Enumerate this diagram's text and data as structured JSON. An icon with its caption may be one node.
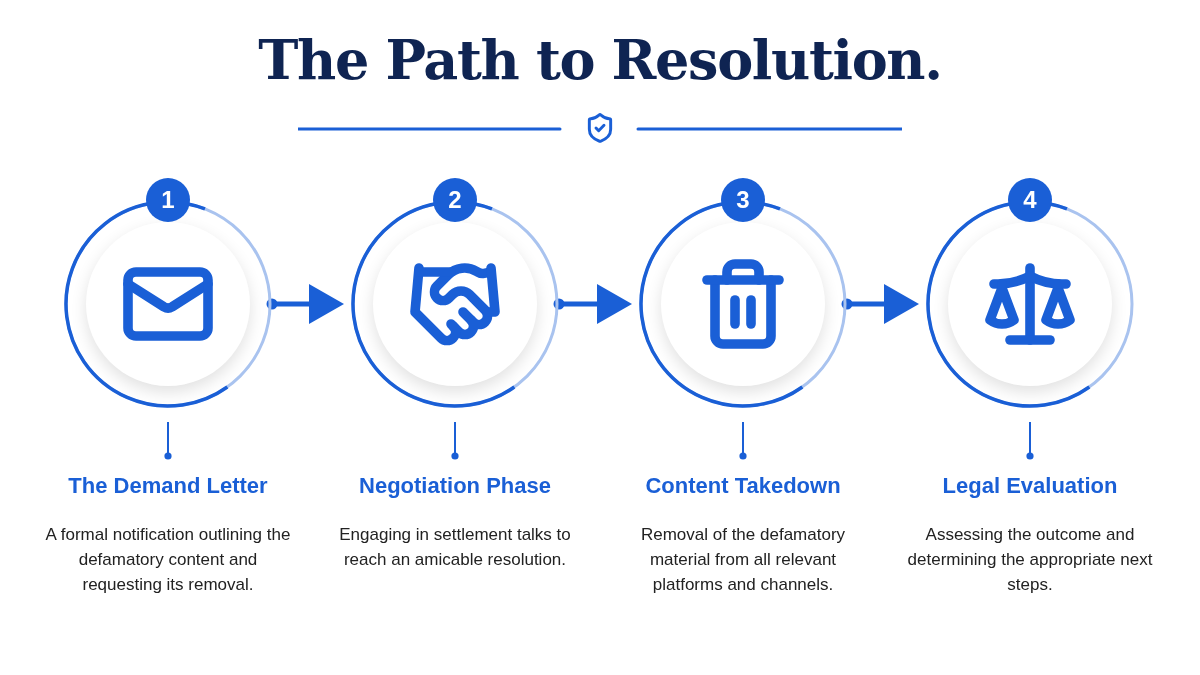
{
  "diagram": {
    "title": "The Path to Resolution.",
    "nodes": [
      {
        "text": [
          "1"
        ]
      },
      {
        "text": [
          "The Demand Letter",
          "A formal notification outlining the defamatory content and requesting its removal."
        ]
      },
      {
        "text": [
          "2"
        ]
      },
      {
        "text": [
          "Negotiation Phase",
          "Engaging in settlement talks to reach an amicable resolution."
        ]
      },
      {
        "text": [
          "3"
        ]
      },
      {
        "text": [
          "Content Takedown",
          "Removal of the defamatory material from all relevant platforms and channels."
        ]
      },
      {
        "text": [
          "4"
        ]
      },
      {
        "text": [
          "Legal Evaluation",
          "Assessing the outcome and determining the appropriate next steps."
        ]
      }
    ],
    "edges": [
      {
        "from": 0,
        "to": 2,
        "arrow": "to",
        "style": "thick"
      },
      {
        "from": 2,
        "to": 4,
        "arrow": "to",
        "style": "thick"
      },
      {
        "from": 4,
        "to": 6,
        "arrow": "to",
        "style": "thick"
      },
      {
        "from": 0,
        "to": 1,
        "arrow": "other"
      },
      {
        "from": 2,
        "to": 3,
        "arrow": "other"
      },
      {
        "from": 4,
        "to": 5,
        "arrow": "other"
      },
      {
        "from": 6,
        "to": 7,
        "arrow": "other"
      }
    ]
  }
}
